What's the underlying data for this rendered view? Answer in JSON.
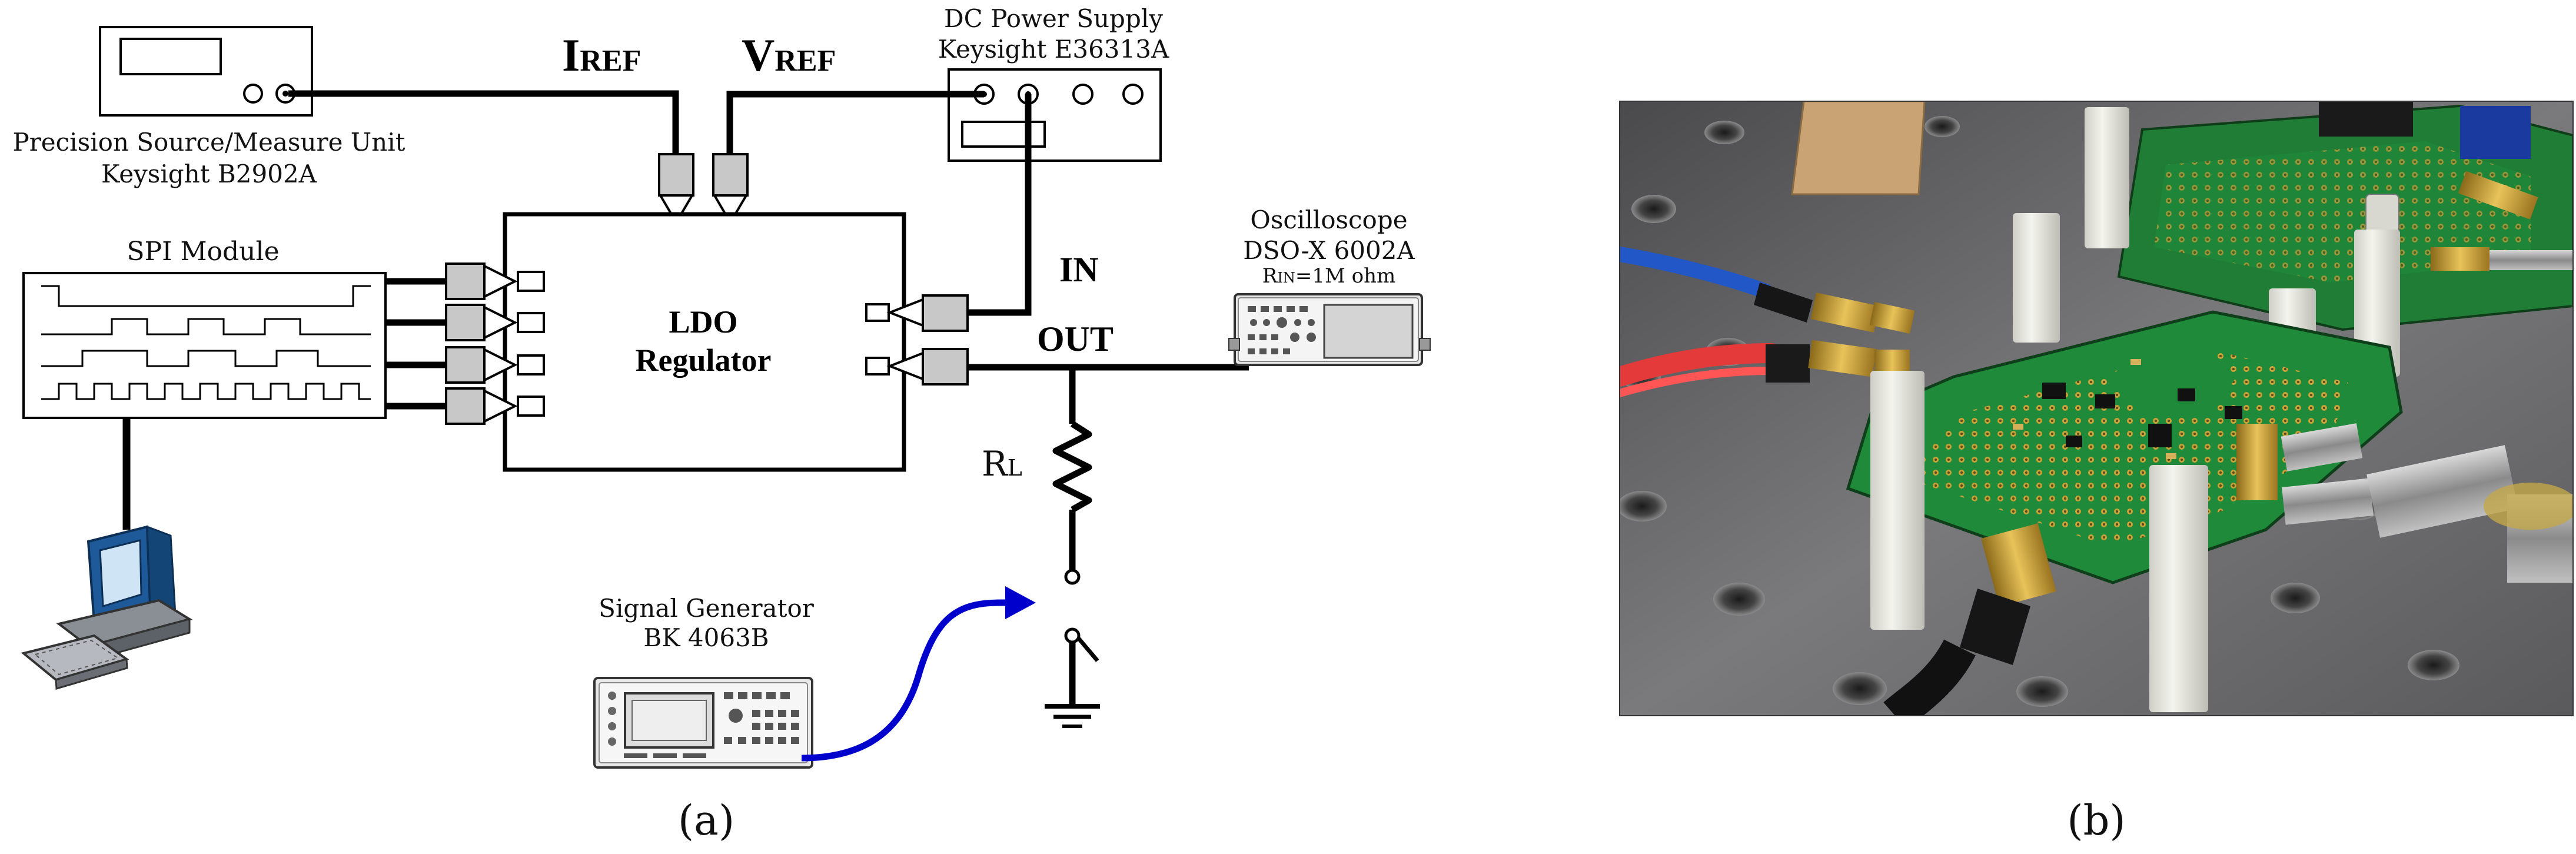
{
  "panel_a": {
    "smu": {
      "name": "Precision Source/Measure Unit",
      "model": "Keysight B2902A"
    },
    "psu": {
      "name": "DC Power Supply",
      "model": "Keysight E36313A"
    },
    "i_ref": {
      "main": "I",
      "sub": "REF"
    },
    "v_ref": {
      "main": "V",
      "sub": "REF"
    },
    "spi": {
      "name": "SPI Module"
    },
    "ldo": {
      "line1": "LDO",
      "line2": "Regulator"
    },
    "in_label": "IN",
    "out_label": "OUT",
    "scope": {
      "name": "Oscilloscope",
      "model": "DSO-X 6002A",
      "rin_main": "R",
      "rin_sub": "IN",
      "rin_value": "=1M ohm"
    },
    "rl": {
      "main": "R",
      "sub": "L"
    },
    "siggen": {
      "name": "Signal Generator",
      "model": "BK 4063B"
    },
    "caption": "(a)"
  },
  "panel_b": {
    "caption": "(b)"
  },
  "colors": {
    "wire": "#000000",
    "connector": "#c8c8c8",
    "signal_cable": "#0000cc",
    "pcb_green": "#1f8a3a",
    "plate_gray": "#6b6b6d"
  }
}
